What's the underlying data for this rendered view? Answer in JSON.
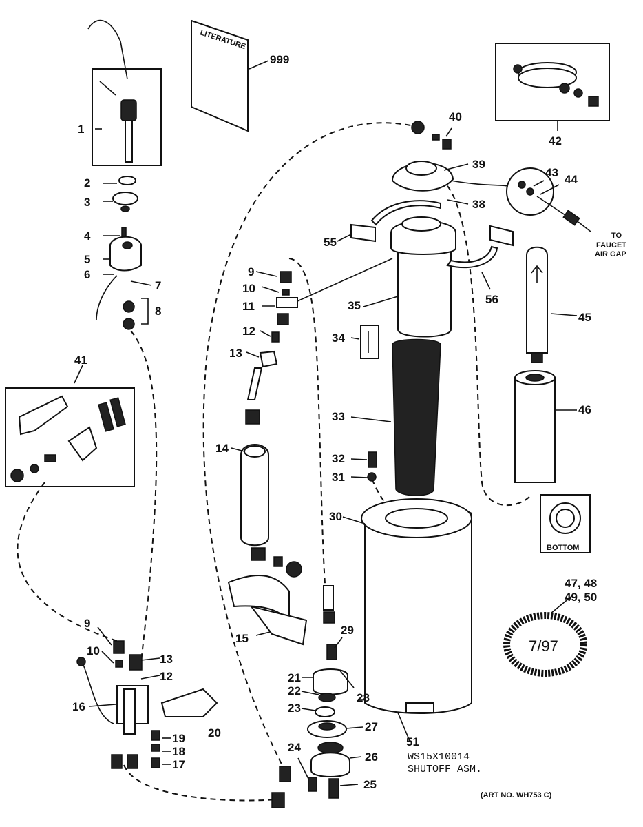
{
  "labels": {
    "p1": "1",
    "p2": "2",
    "p3": "3",
    "p4": "4",
    "p5": "5",
    "p6": "6",
    "p7": "7",
    "p8": "8",
    "p9a": "9",
    "p10a": "10",
    "p11": "11",
    "p12a": "12",
    "p13a": "13",
    "p14": "14",
    "p15": "15",
    "p9b": "9",
    "p10b": "10",
    "p12b": "12",
    "p13b": "13",
    "p16": "16",
    "p17": "17",
    "p18": "18",
    "p19": "19",
    "p20": "20",
    "p21": "21",
    "p22": "22",
    "p23": "23",
    "p24": "24",
    "p25": "25",
    "p26": "26",
    "p27": "27",
    "p28": "28",
    "p29": "29",
    "p30": "30",
    "p31": "31",
    "p32": "32",
    "p33": "33",
    "p34": "34",
    "p35": "35",
    "p38": "38",
    "p39": "39",
    "p40": "40",
    "p41": "41",
    "p42": "42",
    "p43": "43",
    "p44": "44",
    "p45": "45",
    "p46": "46",
    "p47_48": "47, 48",
    "p49_50": "49, 50",
    "p51": "51",
    "p55": "55",
    "p56": "56",
    "p999": "999"
  },
  "literature_title": "LITERATURE",
  "faucet_air_gap": [
    "TO",
    "FAUCET",
    "AIR GAP"
  ],
  "bottom_label": "BOTTOM",
  "shutoff": {
    "part_number": "WS15X10014",
    "description": "SHUTOFF ASM."
  },
  "date_code": "7/97",
  "art_number": "(ART NO. WH753 C)"
}
